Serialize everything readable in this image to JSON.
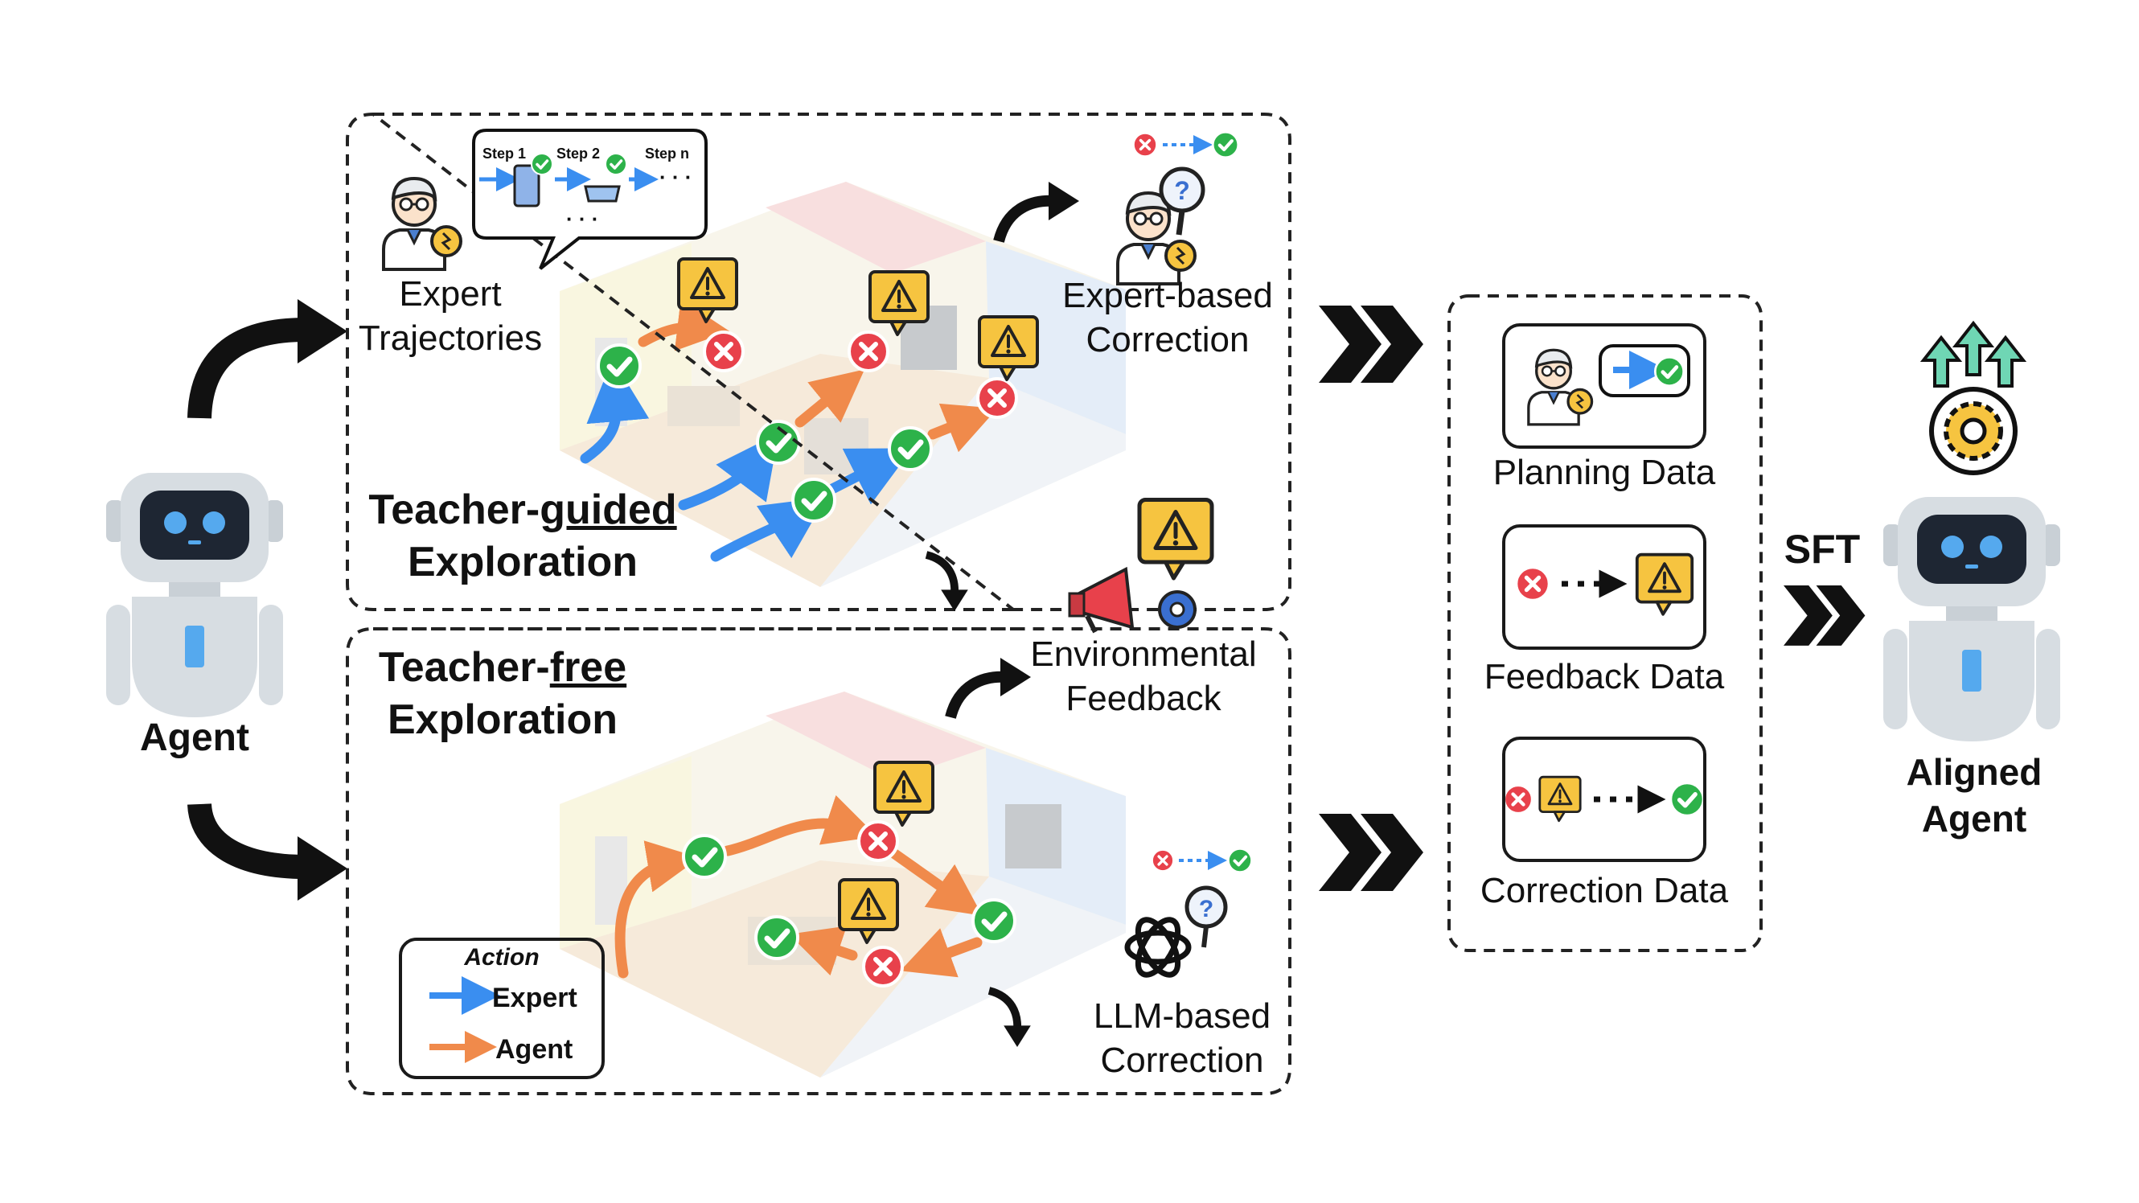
{
  "agent": {
    "label": "Agent"
  },
  "aligned_agent": {
    "label_line1": "Aligned",
    "label_line2": "Agent"
  },
  "sft": {
    "label": "SFT"
  },
  "teacher_guided": {
    "title_prefix": "Teacher-",
    "title_emph": "guided",
    "title_line2": "Exploration",
    "expert_traj_line1": "Expert",
    "expert_traj_line2": "Trajectories",
    "expert_corr_line1": "Expert-based",
    "expert_corr_line2": "Correction",
    "steps": [
      "Step 1",
      "Step 2",
      "Step n"
    ],
    "ellipsis": "· · ·"
  },
  "env_feedback": {
    "line1": "Environmental",
    "line2": "Feedback"
  },
  "teacher_free": {
    "title_prefix": "Teacher-",
    "title_emph": "free",
    "title_line2": "Exploration",
    "llm_corr_line1": "LLM-based",
    "llm_corr_line2": "Correction"
  },
  "legend": {
    "title": "Action",
    "expert": "Expert",
    "agent": "Agent"
  },
  "data_cards": [
    {
      "label": "Planning Data"
    },
    {
      "label": "Feedback Data"
    },
    {
      "label": "Correction Data"
    }
  ],
  "colors": {
    "expert_arrow": "#3a8ef0",
    "agent_arrow": "#f08a4b",
    "check": "#2db24a",
    "cross": "#e8414b",
    "warning": "#f6c440",
    "robot_body": "#d7dde2",
    "robot_face": "#1e2633",
    "robot_eye": "#55a9ee"
  }
}
